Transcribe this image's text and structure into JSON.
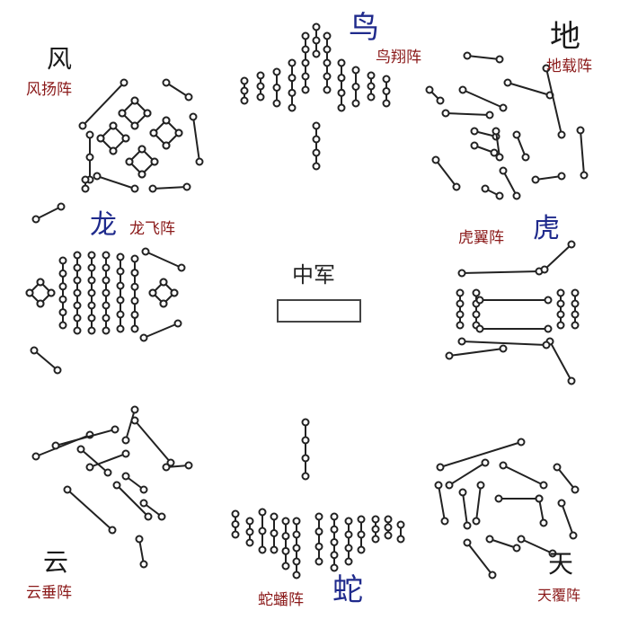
{
  "formations": {
    "bird": {
      "char": "鸟",
      "name": "鸟翔阵"
    },
    "earth": {
      "char": "地",
      "name": "地载阵"
    },
    "wind": {
      "char": "风",
      "name": "风扬阵"
    },
    "dragon": {
      "char": "龙",
      "name": "龙飞阵"
    },
    "tiger": {
      "char": "虎",
      "name": "虎翼阵"
    },
    "cloud": {
      "char": "云",
      "name": "云垂阵"
    },
    "snake": {
      "char": "蛇",
      "name": "蛇蟠阵"
    },
    "heaven": {
      "char": "天",
      "name": "天覆阵"
    },
    "center": {
      "name": "中军"
    }
  },
  "colors": {
    "blue": "#1f2a8c",
    "dark_red": "#8b1a1a",
    "black": "#1a1a1a",
    "stroke": "#222222"
  }
}
